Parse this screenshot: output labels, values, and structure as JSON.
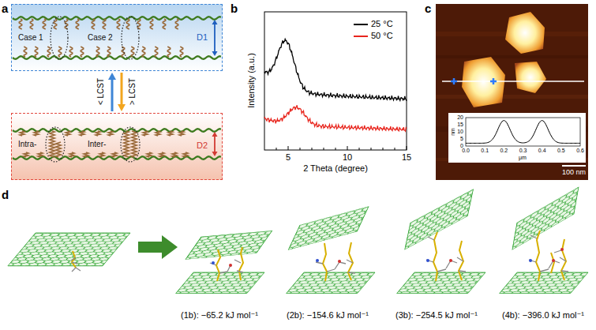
{
  "diagram": {
    "nodes": [
      {
        "text": [
          "Case 1",
          "Case 2",
          "D1"
        ]
      },
      {
        "text": [
          "Intra-",
          "Inter-",
          "D2"
        ]
      }
    ],
    "edges": [
      {
        "from": 1,
        "to": 0,
        "arrow": "to",
        "label": "< LCST"
      },
      {
        "from": 0,
        "to": 1,
        "arrow": "to",
        "label": "> LCST"
      }
    ],
    "labels": [
      "a",
      "b",
      "c",
      "d",
      "Intensity (a.u.)",
      "2 Theta (degree)",
      "5",
      "10",
      "15",
      "nm",
      "20",
      "15",
      "10",
      "5",
      "0",
      "0.0",
      "0.1",
      "0.2",
      "0.3",
      "0.4",
      "0.5",
      "0.6",
      "μm",
      "100 nm",
      "(1b): −65.2 kJ mol⁻¹",
      "(2b): −154.6 kJ mol⁻¹",
      "(3b): −254.5 kJ mol⁻¹",
      "(4b): −396.0 kJ mol⁻¹"
    ],
    "legend": [
      {
        "text": "25 °C",
        "color": "#000000"
      },
      {
        "text": "50 °C",
        "color": "#e8261e"
      }
    ]
  }
}
